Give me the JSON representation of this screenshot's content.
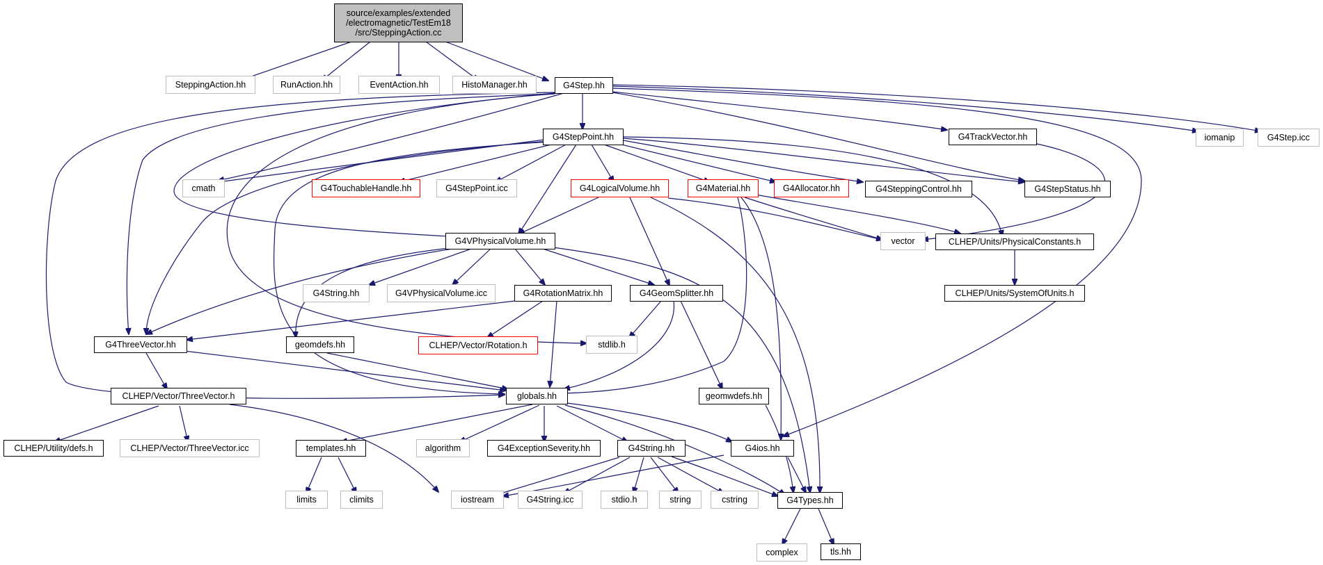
{
  "nodes": [
    {
      "id": "root",
      "lines": [
        "source/examples/extended",
        "/electromagnetic/TestEm18",
        "/src/SteppingAction.cc"
      ],
      "style": "root"
    },
    {
      "id": "steppingaction",
      "lines": [
        "SteppingAction.hh"
      ],
      "style": "gray"
    },
    {
      "id": "runaction",
      "lines": [
        "RunAction.hh"
      ],
      "style": "gray"
    },
    {
      "id": "eventaction",
      "lines": [
        "EventAction.hh"
      ],
      "style": "gray"
    },
    {
      "id": "histomanager",
      "lines": [
        "HistoManager.hh"
      ],
      "style": "gray"
    },
    {
      "id": "g4step",
      "lines": [
        "G4Step.hh"
      ],
      "style": "black"
    },
    {
      "id": "g4steppoint",
      "lines": [
        "G4StepPoint.hh"
      ],
      "style": "black"
    },
    {
      "id": "g4trackvector",
      "lines": [
        "G4TrackVector.hh"
      ],
      "style": "black"
    },
    {
      "id": "iomanip",
      "lines": [
        "iomanip"
      ],
      "style": "gray"
    },
    {
      "id": "g4stepicc",
      "lines": [
        "G4Step.icc"
      ],
      "style": "gray"
    },
    {
      "id": "cmath",
      "lines": [
        "cmath"
      ],
      "style": "gray"
    },
    {
      "id": "g4touchable",
      "lines": [
        "G4TouchableHandle.hh"
      ],
      "style": "red"
    },
    {
      "id": "g4steppointicc",
      "lines": [
        "G4StepPoint.icc"
      ],
      "style": "gray"
    },
    {
      "id": "g4logical",
      "lines": [
        "G4LogicalVolume.hh"
      ],
      "style": "red"
    },
    {
      "id": "g4material",
      "lines": [
        "G4Material.hh"
      ],
      "style": "red"
    },
    {
      "id": "g4allocator",
      "lines": [
        "G4Allocator.hh"
      ],
      "style": "red"
    },
    {
      "id": "g4steppingcontrol",
      "lines": [
        "G4SteppingControl.hh"
      ],
      "style": "black"
    },
    {
      "id": "g4stepstatus",
      "lines": [
        "G4StepStatus.hh"
      ],
      "style": "black"
    },
    {
      "id": "g4vphysical",
      "lines": [
        "G4VPhysicalVolume.hh"
      ],
      "style": "black"
    },
    {
      "id": "vector",
      "lines": [
        "vector"
      ],
      "style": "gray"
    },
    {
      "id": "physconst",
      "lines": [
        "CLHEP/Units/PhysicalConstants.h"
      ],
      "style": "black"
    },
    {
      "id": "systemofunits",
      "lines": [
        "CLHEP/Units/SystemOfUnits.h"
      ],
      "style": "black"
    },
    {
      "id": "g4stringhh_gray",
      "lines": [
        "G4String.hh"
      ],
      "style": "gray"
    },
    {
      "id": "g4vphysicalicc",
      "lines": [
        "G4VPhysicalVolume.icc"
      ],
      "style": "gray"
    },
    {
      "id": "g4rotation",
      "lines": [
        "G4RotationMatrix.hh"
      ],
      "style": "black"
    },
    {
      "id": "g4geomsplitter",
      "lines": [
        "G4GeomSplitter.hh"
      ],
      "style": "black"
    },
    {
      "id": "g4threevector",
      "lines": [
        "G4ThreeVector.hh"
      ],
      "style": "black"
    },
    {
      "id": "geomdefs",
      "lines": [
        "geomdefs.hh"
      ],
      "style": "black"
    },
    {
      "id": "clheprotation",
      "lines": [
        "CLHEP/Vector/Rotation.h"
      ],
      "style": "red"
    },
    {
      "id": "stdlib",
      "lines": [
        "stdlib.h"
      ],
      "style": "gray"
    },
    {
      "id": "clhepthreevector",
      "lines": [
        "CLHEP/Vector/ThreeVector.h"
      ],
      "style": "black"
    },
    {
      "id": "globals",
      "lines": [
        "globals.hh"
      ],
      "style": "black"
    },
    {
      "id": "geomwdefs",
      "lines": [
        "geomwdefs.hh"
      ],
      "style": "black"
    },
    {
      "id": "clhepdefs",
      "lines": [
        "CLHEP/Utility/defs.h"
      ],
      "style": "black"
    },
    {
      "id": "clhepthreevectoricc",
      "lines": [
        "CLHEP/Vector/ThreeVector.icc"
      ],
      "style": "gray"
    },
    {
      "id": "templates",
      "lines": [
        "templates.hh"
      ],
      "style": "black"
    },
    {
      "id": "algorithm",
      "lines": [
        "algorithm"
      ],
      "style": "gray"
    },
    {
      "id": "g4exception",
      "lines": [
        "G4ExceptionSeverity.hh"
      ],
      "style": "black"
    },
    {
      "id": "g4string",
      "lines": [
        "G4String.hh"
      ],
      "style": "black"
    },
    {
      "id": "g4ios",
      "lines": [
        "G4ios.hh"
      ],
      "style": "black"
    },
    {
      "id": "limits",
      "lines": [
        "limits"
      ],
      "style": "gray"
    },
    {
      "id": "climits",
      "lines": [
        "climits"
      ],
      "style": "gray"
    },
    {
      "id": "iostream",
      "lines": [
        "iostream"
      ],
      "style": "gray"
    },
    {
      "id": "g4stringicc",
      "lines": [
        "G4String.icc"
      ],
      "style": "gray"
    },
    {
      "id": "stdio",
      "lines": [
        "stdio.h"
      ],
      "style": "gray"
    },
    {
      "id": "string",
      "lines": [
        "string"
      ],
      "style": "gray"
    },
    {
      "id": "cstring",
      "lines": [
        "cstring"
      ],
      "style": "gray"
    },
    {
      "id": "g4types",
      "lines": [
        "G4Types.hh"
      ],
      "style": "black"
    },
    {
      "id": "complex",
      "lines": [
        "complex"
      ],
      "style": "gray"
    },
    {
      "id": "tls",
      "lines": [
        "tls.hh"
      ],
      "style": "black"
    }
  ]
}
